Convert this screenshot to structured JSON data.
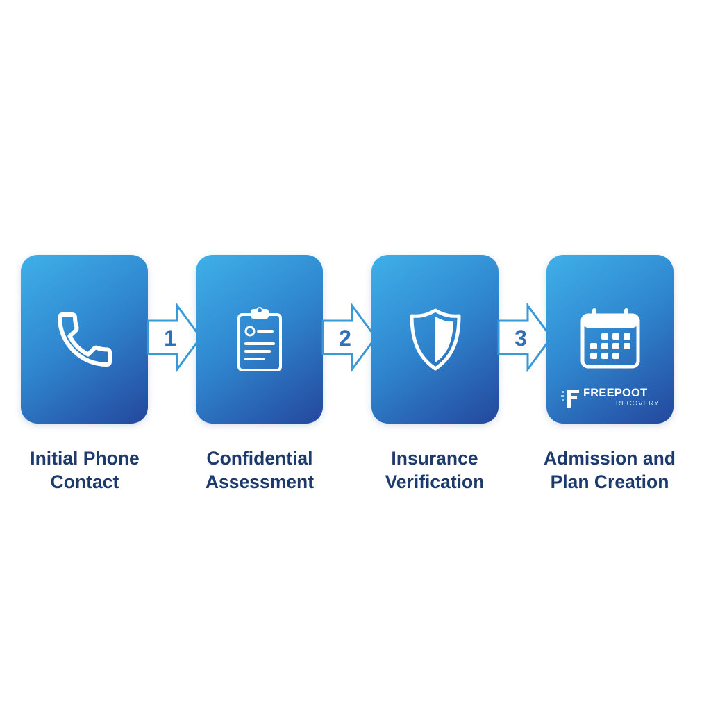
{
  "steps": [
    {
      "label_lines": [
        "Initial Phone",
        "Contact"
      ],
      "icon": "phone-icon"
    },
    {
      "label_lines": [
        "Confidential",
        "Assessment"
      ],
      "icon": "clipboard-icon"
    },
    {
      "label_lines": [
        "Insurance",
        "Verification"
      ],
      "icon": "shield-icon"
    },
    {
      "label_lines": [
        "Admission and",
        "Plan Creation"
      ],
      "icon": "calendar-icon"
    }
  ],
  "connectors": [
    "1",
    "2",
    "3"
  ],
  "logo": {
    "name": "FREEPOOT",
    "subtitle": "RECOVERY"
  },
  "colors": {
    "tile_gradient_start": "#3fb0e8",
    "tile_gradient_mid": "#2f86cf",
    "tile_gradient_end": "#24479c",
    "label_text": "#1d3a6e",
    "arrow_stroke": "#3a9ad9",
    "arrow_number": "#2f6fb5",
    "background": "#ffffff"
  }
}
